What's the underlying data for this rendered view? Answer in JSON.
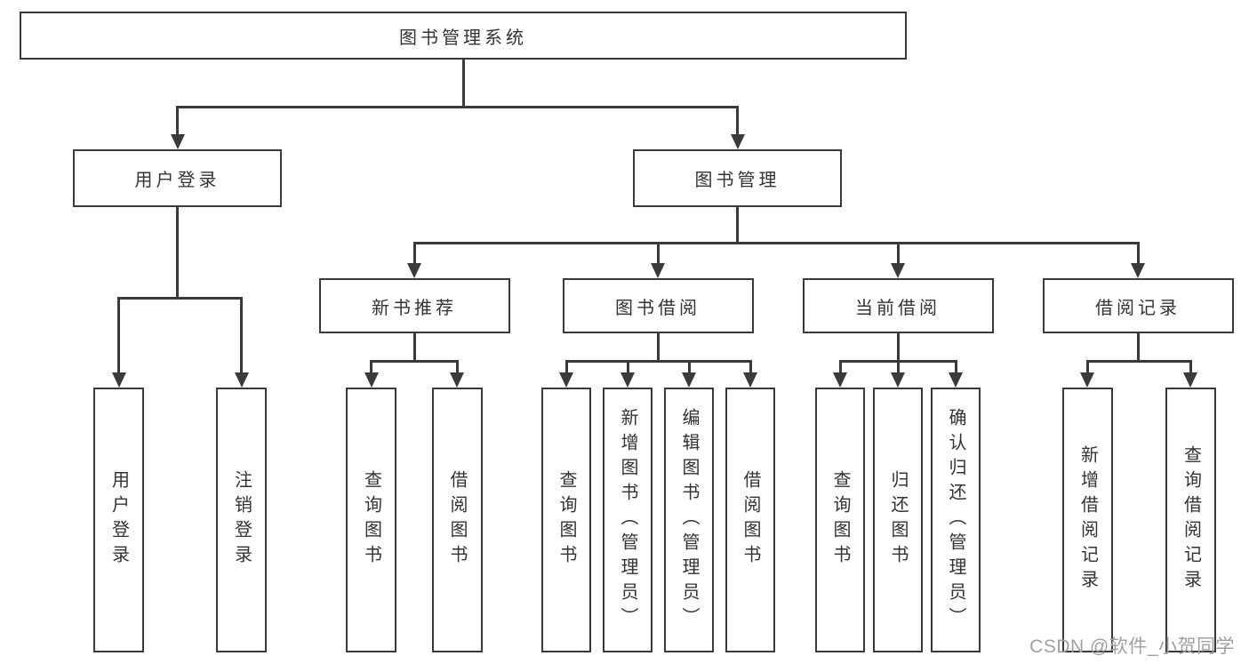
{
  "diagram": {
    "root": {
      "label": "图书管理系统"
    },
    "level1": [
      {
        "id": "user-login",
        "label": "用户登录"
      },
      {
        "id": "book-management",
        "label": "图书管理"
      }
    ],
    "level2": [
      {
        "id": "new-book-recommend",
        "label": "新书推荐"
      },
      {
        "id": "book-borrow",
        "label": "图书借阅"
      },
      {
        "id": "current-borrow",
        "label": "当前借阅"
      },
      {
        "id": "borrow-records",
        "label": "借阅记录"
      }
    ],
    "leaves": {
      "user_login": [
        "用户登录",
        "注销登录"
      ],
      "new_book_recommend": [
        "查询图书",
        "借阅图书"
      ],
      "book_borrow": [
        "查询图书",
        "新增图书（管理员）",
        "编辑图书（管理员）",
        "借阅图书"
      ],
      "current_borrow": [
        "查询图书",
        "归还图书",
        "确认归还（管理员）"
      ],
      "borrow_records": [
        "新增借阅记录",
        "查询借阅记录"
      ]
    }
  },
  "watermark": {
    "text": "CSDN @软件_小贺同学"
  },
  "colors": {
    "line": "#3a3a3a",
    "text": "#333333",
    "bg": "#ffffff",
    "box-bg": "#ffffff",
    "watermark": "#a0a0a0"
  }
}
